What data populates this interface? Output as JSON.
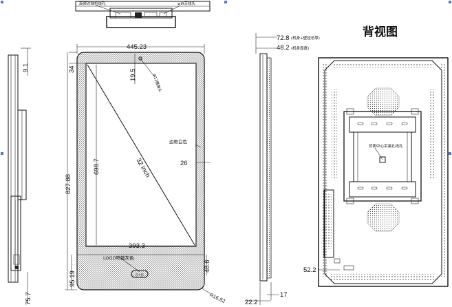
{
  "top_view": {
    "label_hdmi": "高频对准检线孔",
    "label_wifi": "wifi天线头"
  },
  "front_view": {
    "dims": {
      "width_top": "445.23",
      "top_border": "34",
      "dia_offset": "19.5",
      "hole_dia": "Φ12摄像头",
      "height_total": "827.88",
      "screen_height": "698.7",
      "side_26": "26",
      "screen_width": "393.3",
      "bottom_border": "95.19",
      "logo_48": "48.6",
      "radius": "R16.82"
    },
    "diagonal": "32 inch",
    "label_frame": "边框白色",
    "label_logo": "LOGO喷镀灰色"
  },
  "left_side_view": {
    "dims": {
      "top_9": "9.1",
      "bottom_75": "75.7"
    }
  },
  "back_side_view": {
    "dims": {
      "depth_total": "72.8",
      "depth_note": "(机身+壁挂总厚)",
      "depth_body": "48.2",
      "depth_body_note": "(机身厚度)",
      "bottom_22": "22.2",
      "bottom_17": "17"
    }
  },
  "back_view": {
    "title": "背视图",
    "label_center": "背面中心吊装孔线孔",
    "dim_52": "52.2"
  }
}
